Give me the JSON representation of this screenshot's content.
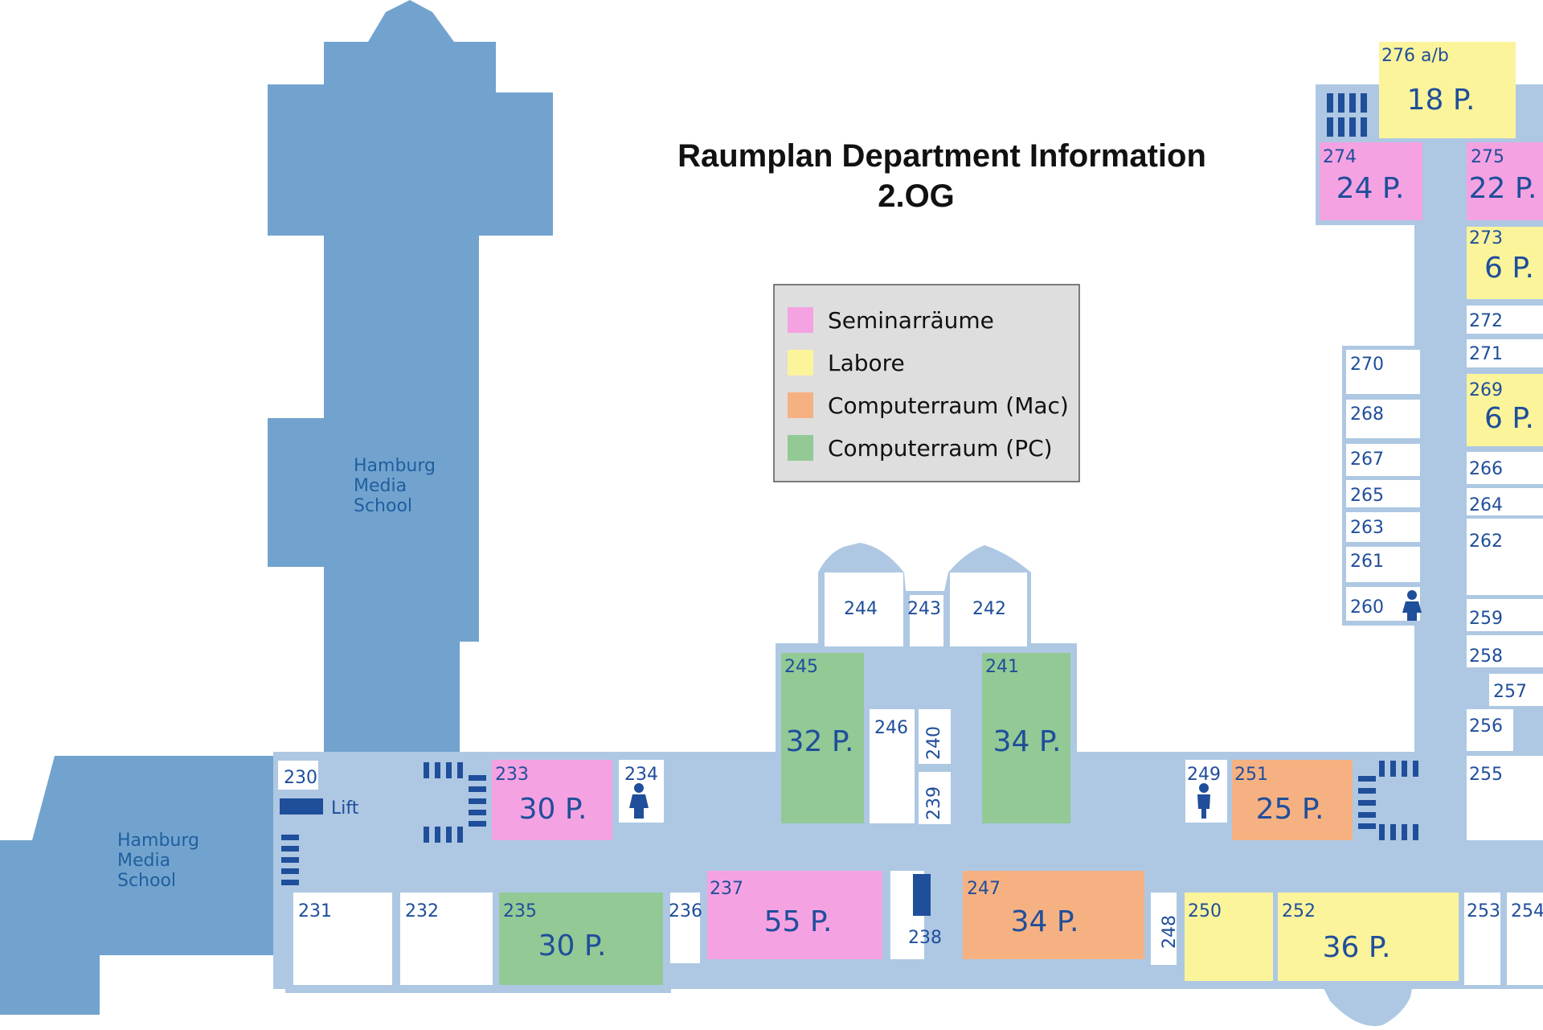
{
  "title": {
    "line1": "Raumplan Department Information",
    "line2": "2.OG"
  },
  "colors": {
    "corridor": "#aec8e3",
    "wall": "#aec8e3",
    "building": "#72a3ce",
    "room": "#ffffff",
    "seminar": "#f5a2e3",
    "labor": "#fbf49b",
    "mac": "#f6b183",
    "pc": "#92c995",
    "text": "#1f4e9a"
  },
  "legend": {
    "items": [
      {
        "label": "Seminarräume",
        "color": "#f5a2e3"
      },
      {
        "label": "Labore",
        "color": "#fbf49b"
      },
      {
        "label": "Computerraum (Mac)",
        "color": "#f6b183"
      },
      {
        "label": "Computerraum (PC)",
        "color": "#92c995"
      }
    ]
  },
  "buildings": {
    "top": {
      "lines": [
        "Hamburg",
        "Media",
        "School"
      ]
    },
    "bottom": {
      "lines": [
        "Hamburg",
        "Media",
        "School"
      ]
    }
  },
  "lift_label": "Lift",
  "rooms": [
    {
      "id": "230",
      "capacity": "",
      "type": "room"
    },
    {
      "id": "231",
      "capacity": "",
      "type": "room"
    },
    {
      "id": "232",
      "capacity": "",
      "type": "room"
    },
    {
      "id": "233",
      "capacity": "30 P.",
      "type": "seminar"
    },
    {
      "id": "234",
      "capacity": "",
      "type": "room"
    },
    {
      "id": "235",
      "capacity": "30 P.",
      "type": "pc"
    },
    {
      "id": "236",
      "capacity": "",
      "type": "room"
    },
    {
      "id": "237",
      "capacity": "55 P.",
      "type": "seminar"
    },
    {
      "id": "238",
      "capacity": "",
      "type": "room"
    },
    {
      "id": "239",
      "capacity": "",
      "type": "room"
    },
    {
      "id": "240",
      "capacity": "",
      "type": "room"
    },
    {
      "id": "241",
      "capacity": "34 P.",
      "type": "pc"
    },
    {
      "id": "242",
      "capacity": "",
      "type": "room"
    },
    {
      "id": "243",
      "capacity": "",
      "type": "room"
    },
    {
      "id": "244",
      "capacity": "",
      "type": "room"
    },
    {
      "id": "245",
      "capacity": "32 P.",
      "type": "pc"
    },
    {
      "id": "246",
      "capacity": "",
      "type": "room"
    },
    {
      "id": "247",
      "capacity": "34 P.",
      "type": "mac"
    },
    {
      "id": "248",
      "capacity": "",
      "type": "room"
    },
    {
      "id": "249",
      "capacity": "",
      "type": "room"
    },
    {
      "id": "250",
      "capacity": "",
      "type": "labor"
    },
    {
      "id": "251",
      "capacity": "25 P.",
      "type": "mac"
    },
    {
      "id": "252",
      "capacity": "36 P.",
      "type": "labor"
    },
    {
      "id": "253",
      "capacity": "",
      "type": "room"
    },
    {
      "id": "254",
      "capacity": "",
      "type": "room"
    },
    {
      "id": "255",
      "capacity": "",
      "type": "room"
    },
    {
      "id": "256",
      "capacity": "",
      "type": "room"
    },
    {
      "id": "257",
      "capacity": "",
      "type": "room"
    },
    {
      "id": "258",
      "capacity": "",
      "type": "room"
    },
    {
      "id": "259",
      "capacity": "",
      "type": "room"
    },
    {
      "id": "260",
      "capacity": "",
      "type": "room"
    },
    {
      "id": "261",
      "capacity": "",
      "type": "room"
    },
    {
      "id": "262",
      "capacity": "",
      "type": "room"
    },
    {
      "id": "263",
      "capacity": "",
      "type": "room"
    },
    {
      "id": "264",
      "capacity": "",
      "type": "room"
    },
    {
      "id": "265",
      "capacity": "",
      "type": "room"
    },
    {
      "id": "266",
      "capacity": "",
      "type": "room"
    },
    {
      "id": "267",
      "capacity": "",
      "type": "room"
    },
    {
      "id": "268",
      "capacity": "",
      "type": "room"
    },
    {
      "id": "269",
      "capacity": "6 P.",
      "type": "labor"
    },
    {
      "id": "270",
      "capacity": "",
      "type": "room"
    },
    {
      "id": "271",
      "capacity": "",
      "type": "room"
    },
    {
      "id": "272",
      "capacity": "",
      "type": "room"
    },
    {
      "id": "273",
      "capacity": "6 P.",
      "type": "labor"
    },
    {
      "id": "274",
      "capacity": "24 P.",
      "type": "seminar"
    },
    {
      "id": "275",
      "capacity": "22 P.",
      "type": "seminar"
    },
    {
      "id": "276 a/b",
      "capacity": "18 P.",
      "type": "labor"
    }
  ],
  "icons": [
    "stairs-icon",
    "lift-icon",
    "restroom-icon"
  ]
}
